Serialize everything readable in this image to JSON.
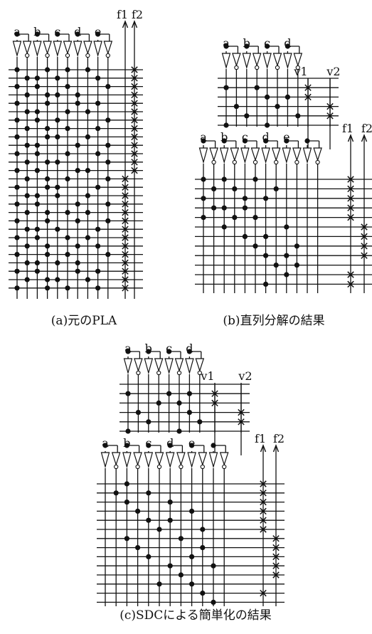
{
  "figures": {
    "a": {
      "caption": "(a)元のPLA",
      "inputs": [
        "a",
        "b",
        "c",
        "d",
        "e"
      ],
      "outputs": [
        "f1",
        "f2"
      ]
    },
    "b": {
      "caption": "(b)直列分解の結果",
      "top_inputs": [
        "a",
        "b",
        "c",
        "d"
      ],
      "top_outputs": [
        "v1",
        "v2"
      ],
      "bottom_inputs": [
        "a",
        "b",
        "c",
        "d",
        "e"
      ],
      "bottom_outputs": [
        "f1",
        "f2"
      ]
    },
    "c": {
      "caption": "(c)SDCによる簡単化の結果",
      "top_inputs": [
        "a",
        "b",
        "c",
        "d"
      ],
      "top_outputs": [
        "v1",
        "v2"
      ],
      "bottom_inputs": [
        "a",
        "b",
        "c",
        "d",
        "e"
      ],
      "bottom_outputs": [
        "f1",
        "f2"
      ]
    }
  },
  "style": {
    "ink": "#111111",
    "background": "#ffffff"
  }
}
